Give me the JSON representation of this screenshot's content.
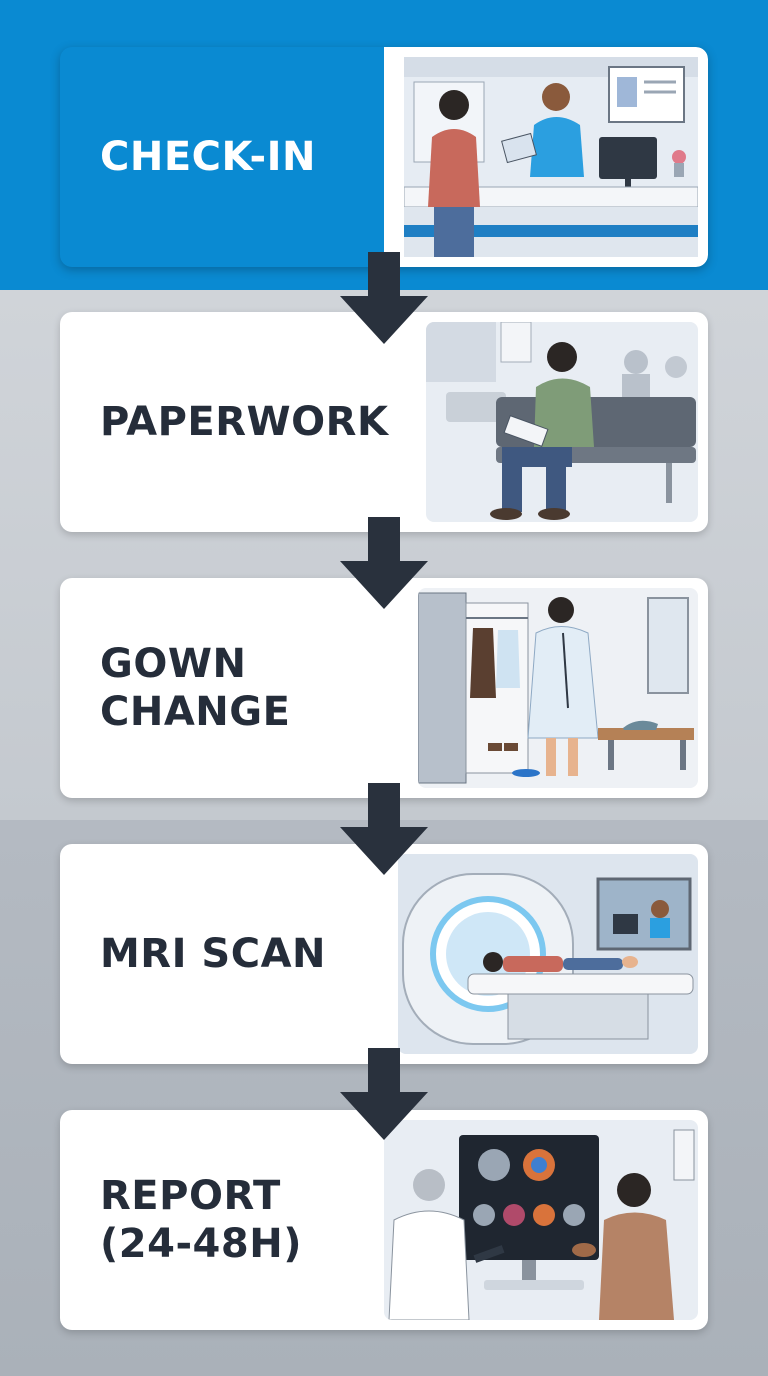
{
  "steps": [
    {
      "label": "CHECK-IN",
      "icon": "reception-desk-illustration"
    },
    {
      "label": "PAPERWORK",
      "icon": "waiting-room-clipboard-illustration"
    },
    {
      "label": "GOWN\nCHANGE",
      "icon": "locker-room-gown-illustration"
    },
    {
      "label": "MRI SCAN",
      "icon": "mri-scanner-illustration"
    },
    {
      "label": "REPORT\n(24-48H)",
      "icon": "doctor-review-illustration"
    }
  ],
  "colors": {
    "accent": "#0a8ad2",
    "label_text": "#252d3a",
    "arrow": "#29313d",
    "card_bg": "#ffffff"
  }
}
